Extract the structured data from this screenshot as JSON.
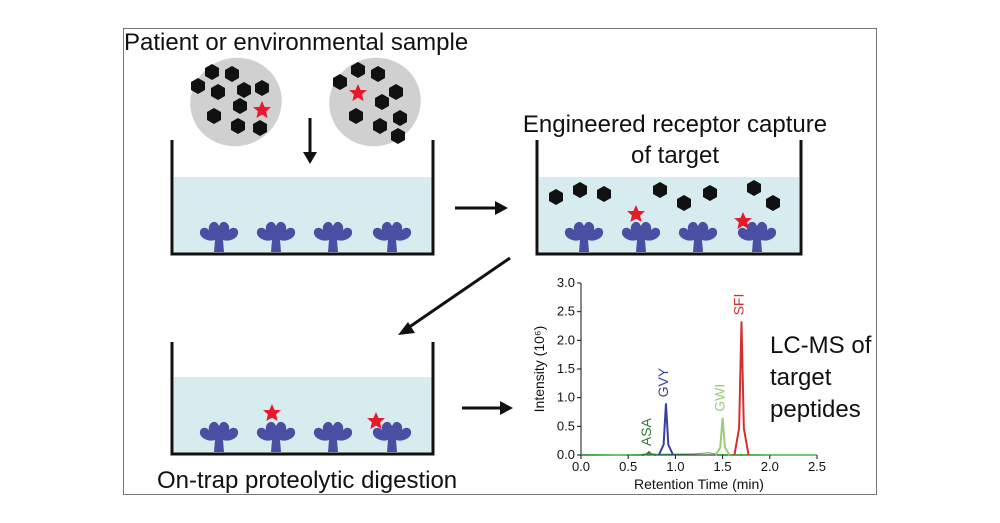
{
  "labels": {
    "sample": "Patient or environmental sample",
    "capture_line1": "Engineered receptor capture",
    "capture_line2": "of target",
    "digestion": "On-trap proteolytic digestion",
    "lcms_line1": "LC-MS of",
    "lcms_line2": "target",
    "lcms_line3": "peptides"
  },
  "colors": {
    "receptor": "#4a4fa3",
    "target_star": "#e8192c",
    "hexagon": "#111111",
    "ellipse": "#d0d0d0",
    "buffer": "#d6ecee"
  },
  "chart_data": {
    "type": "line",
    "xlabel": "Retention Time (min)",
    "ylabel": "Intensity (10⁶)",
    "xlim": [
      0.0,
      2.5
    ],
    "ylim": [
      0.0,
      3.0
    ],
    "xticks": [
      "0.0",
      "0.5",
      "1.0",
      "1.5",
      "2.0",
      "2.5"
    ],
    "yticks": [
      "0.0",
      "0.5",
      "1.0",
      "1.5",
      "2.0",
      "2.5",
      "3.0"
    ],
    "peaks": [
      {
        "name": "ASA",
        "x": 0.72,
        "y": 0.05,
        "color": "#2e7d32"
      },
      {
        "name": "GVY",
        "x": 0.9,
        "y": 0.9,
        "color": "#3a3f9f"
      },
      {
        "name": "GWI",
        "x": 1.5,
        "y": 0.65,
        "color": "#9ccc7a"
      },
      {
        "name": "SFI",
        "x": 1.7,
        "y": 2.33,
        "color": "#d32f2f"
      }
    ]
  }
}
